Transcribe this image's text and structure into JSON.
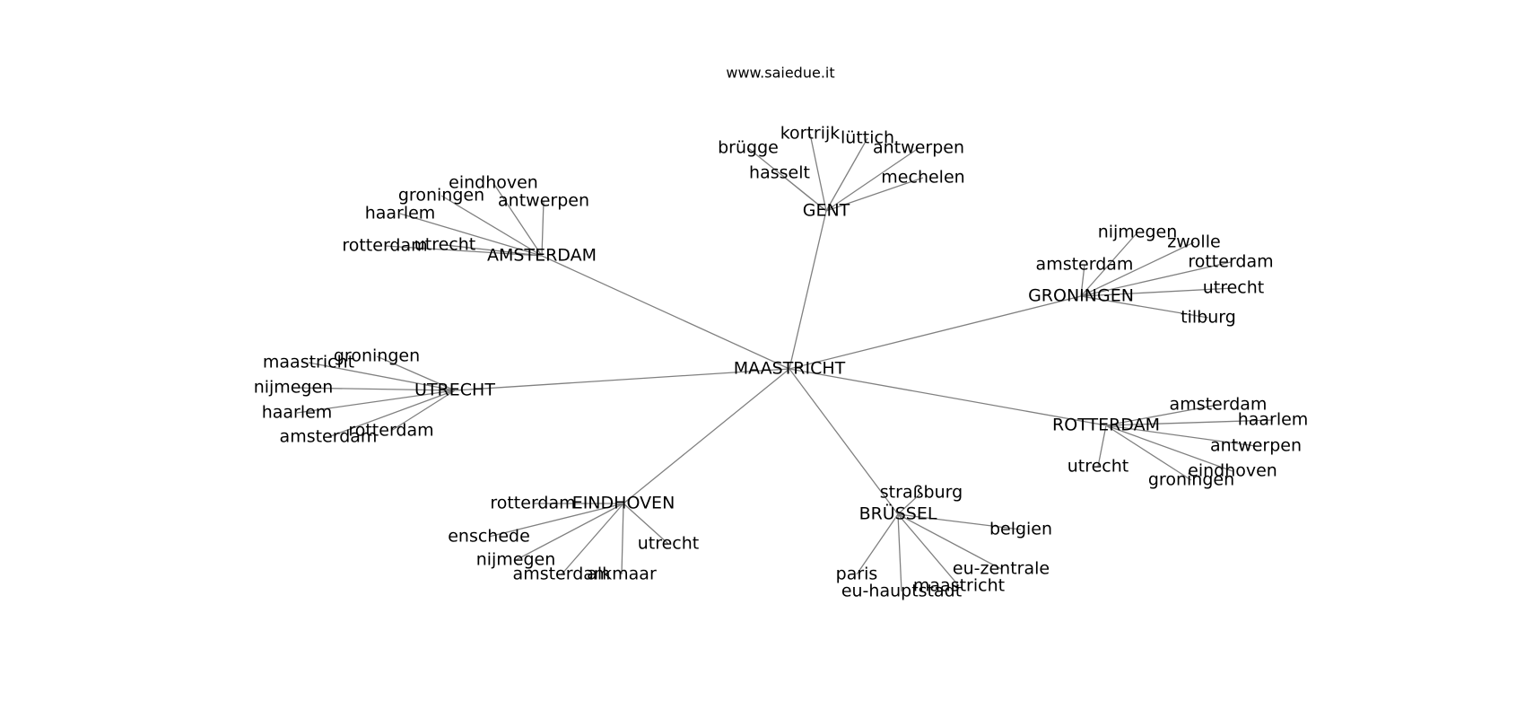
{
  "title": "www.saiedue.it",
  "colors": {
    "edge": "#808080",
    "text": "#000000",
    "background": "#ffffff"
  },
  "root": "MAASTRICHT",
  "clusters": [
    {
      "hub": "AMSTERDAM",
      "leaves": [
        "eindhoven",
        "groningen",
        "antwerpen",
        "haarlem",
        "rotterdam",
        "utrecht"
      ]
    },
    {
      "hub": "GENT",
      "leaves": [
        "kortrijk",
        "lüttich",
        "brügge",
        "antwerpen",
        "hasselt",
        "mechelen"
      ]
    },
    {
      "hub": "GRONINGEN",
      "leaves": [
        "nijmegen",
        "zwolle",
        "amsterdam",
        "rotterdam",
        "utrecht",
        "tilburg"
      ]
    },
    {
      "hub": "UTRECHT",
      "leaves": [
        "groningen",
        "maastricht",
        "nijmegen",
        "haarlem",
        "rotterdam",
        "amsterdam"
      ]
    },
    {
      "hub": "ROTTERDAM",
      "leaves": [
        "amsterdam",
        "haarlem",
        "antwerpen",
        "utrecht",
        "eindhoven",
        "groningen"
      ]
    },
    {
      "hub": "EINDHOVEN",
      "leaves": [
        "rotterdam",
        "enschede",
        "utrecht",
        "nijmegen",
        "amsterdam",
        "alkmaar"
      ]
    },
    {
      "hub": "BRÜSSEL",
      "leaves": [
        "straßburg",
        "belgien",
        "eu-zentrale",
        "paris",
        "maastricht",
        "eu-hauptstadt"
      ]
    }
  ]
}
